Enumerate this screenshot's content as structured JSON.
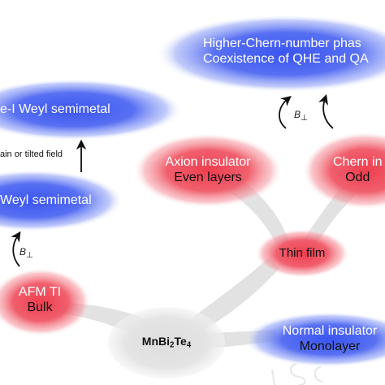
{
  "nodes": {
    "higher_chern": {
      "line1": "Higher-Chern-number phas",
      "line2": "Coexistence of QHE and QA"
    },
    "type1_weyl": {
      "line1": "e-I Weyl semimetal"
    },
    "strain_note": {
      "line1": "ain or tilted field"
    },
    "weyl": {
      "line1": "Weyl semimetal"
    },
    "axion": {
      "line1": "Axion insulator",
      "line2": "Even layers"
    },
    "chern": {
      "line1": "Chern in",
      "line2": "Odd"
    },
    "thin_film": {
      "line1": "Thin film"
    },
    "afm_ti": {
      "line1": "AFM TI",
      "line2": "Bulk"
    },
    "center": {
      "prefix": "MnBi",
      "sub1": "2",
      "mid": "Te",
      "sub2": "4"
    },
    "normal": {
      "line1": "Normal insulator",
      "line2": "Monolayer"
    }
  },
  "field_label": {
    "symbol": "B",
    "perp": "⊥"
  },
  "colors": {
    "blue": "#3f5cf0",
    "red": "#ef4c5a",
    "gray": "#e3e3e3"
  }
}
